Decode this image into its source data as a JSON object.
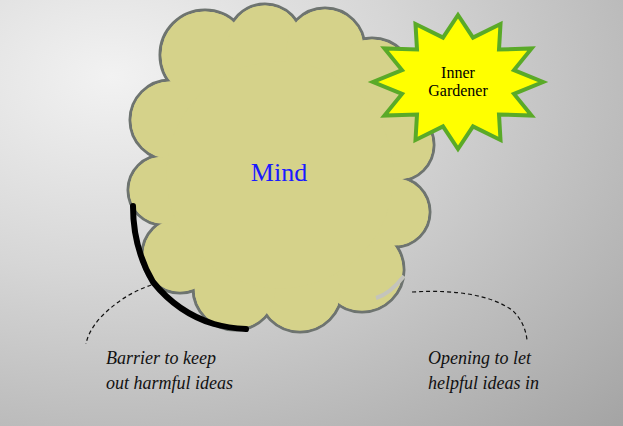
{
  "diagram": {
    "nodes": [
      {
        "text": [
          "Mind"
        ]
      },
      {
        "text": [
          "Inner Gardener"
        ]
      }
    ],
    "labels": [
      "Barrier to keep out harmful ideas",
      "Opening to let helpful ideas in"
    ]
  }
}
